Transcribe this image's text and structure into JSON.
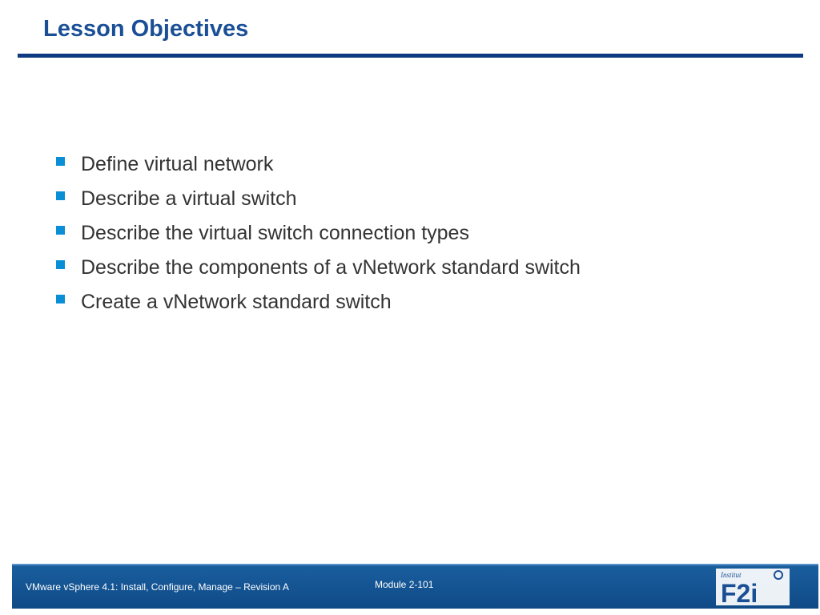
{
  "slide": {
    "title": "Lesson Objectives",
    "bullets": [
      "Define virtual network",
      "Describe a virtual switch",
      "Describe the virtual switch connection types",
      "Describe the components of a vNetwork standard switch",
      "Create a vNetwork standard switch"
    ]
  },
  "footer": {
    "course": "VMware vSphere 4.1: Install, Configure, Manage – Revision A",
    "module": "Module 2-101",
    "logo_text": "F2i"
  },
  "colors": {
    "title": "#1a4f96",
    "rule": "#0d3a82",
    "bullet": "#0a8fd6",
    "footer": "#1a5e9f"
  }
}
